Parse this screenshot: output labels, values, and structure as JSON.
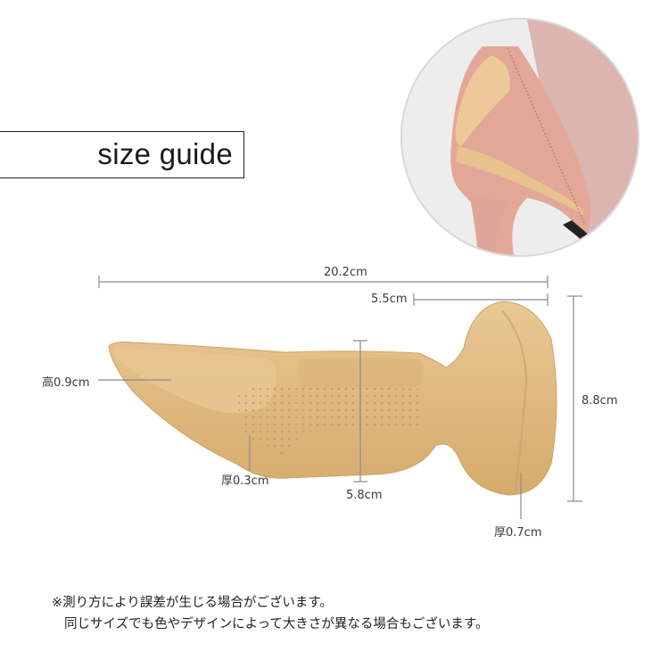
{
  "title": "size guide",
  "photo": {
    "description": "pink high-heel shoe with beige heel grip insert",
    "icon": "shoe-photo"
  },
  "dimensions": {
    "total_length": "20.2cm",
    "heel_width": "5.5cm",
    "heel_height": "8.8cm",
    "front_width": "5.8cm",
    "front_height": "高0.9cm",
    "middle_thickness": "厚0.3cm",
    "heel_thickness": "厚0.7cm"
  },
  "notes": [
    "※測り方により誤差が生じる場合がございます。",
    "同じサイズでも色やデザインによって大きさが異なる場合もございます。"
  ],
  "colors": {
    "insole": "#e3bd85",
    "insole_shadow": "#c99d62",
    "shoe_pink": "#e2a99a",
    "dimension_line": "#8a8a8a",
    "circle_border": "#d8d8d8"
  }
}
